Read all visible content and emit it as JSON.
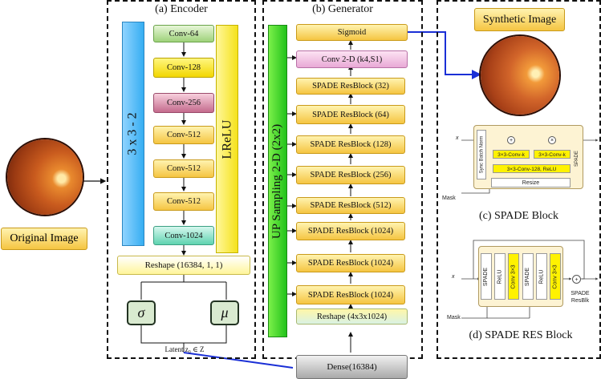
{
  "original": {
    "label": "Original Image"
  },
  "encoder": {
    "title": "(a) Encoder",
    "left_bar": "3 x 3 - 2",
    "right_bar": "LReLU",
    "layers": [
      "Conv-64",
      "Conv-128",
      "Conv-256",
      "Conv-512",
      "Conv-512",
      "Conv-512",
      "Conv-1024"
    ],
    "reshape": "Reshape (16384, 1, 1)",
    "sigma": "σ",
    "mu": "μ",
    "latent": "Latent z₀ ∈ Z"
  },
  "generator": {
    "title": "(b) Generator",
    "side_bar": "UP Sampling 2-D (2x2)",
    "sigmoid": "Sigmoid",
    "conv": "Conv 2-D (k4,S1)",
    "resblocks": [
      "SPADE ResBlock (32)",
      "SPADE ResBlock (64)",
      "SPADE ResBlock (128)",
      "SPADE ResBlock (256)",
      "SPADE ResBlock (512)",
      "SPADE ResBlock (1024)",
      "SPADE ResBlock (1024)",
      "SPADE ResBlock (1024)"
    ],
    "reshape": "Reshape (4x3x1024)",
    "dense": "Dense(16384)"
  },
  "synthetic": {
    "label": "Synthetic Image"
  },
  "spade_block": {
    "title": "(c) SPADE Block",
    "x_label": "x",
    "mask_label": "Mask",
    "sync_bn": "Sync Batch Norm",
    "plus": "+",
    "times": "×",
    "conv_k1": "3×3-Conv-k",
    "conv_k2": "3×3-Conv-k",
    "conv_128": "3×3-Conv-128, ReLU",
    "resize": "Resize",
    "name": "SPADE"
  },
  "spade_res": {
    "title": "(d) SPADE RES Block",
    "x_label": "x",
    "mask_label": "Mask",
    "cells": [
      "SPADE",
      "ReLU",
      "Conv 3×3",
      "SPADE",
      "ReLU",
      "Conv 3×3"
    ],
    "plus": "+",
    "name": "SPADE ResBlk"
  }
}
